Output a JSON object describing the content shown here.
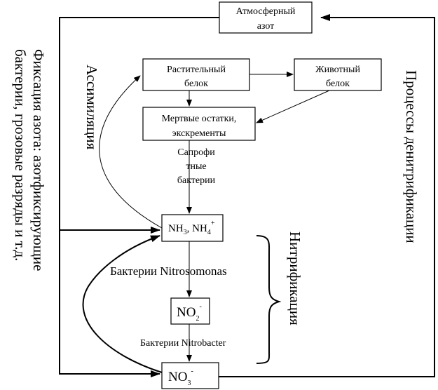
{
  "nodes": {
    "atmospheric_nitrogen": {
      "line1": "Атмосферный",
      "line2": "азот"
    },
    "plant_protein": {
      "line1": "Растительный",
      "line2": "белок"
    },
    "animal_protein": {
      "line1": "Животный",
      "line2": "белок"
    },
    "dead_remains": {
      "line1": "Мертвые остатки,",
      "line2": "экскременты"
    },
    "ammonia": {
      "a": "NH",
      "a_sub": "3",
      "sep": ", NH",
      "b_sub": "4",
      "b_sup": "+"
    },
    "nitrite": {
      "a": "NO",
      "a_sub": "2",
      "a_sup": "-"
    },
    "nitrate": {
      "a": "NO",
      "a_sub": "3",
      "a_sup": "-"
    }
  },
  "labels": {
    "saprophytic": {
      "line1": "Сапрофи",
      "line2": "тные",
      "line3": "бактерии"
    },
    "nitrosomonas": "Бактерии Nitrosomonas",
    "nitrobacter": "Бактерии Nitrobacter",
    "assimilation": "Ассимиляция",
    "nitrification": "Нитрификация",
    "denitrification": "Процессы денитрификации",
    "fixation_line1": "Фиксация азота: азотфиксирующие",
    "fixation_line2": "бактерии, грозовые разряды и т.д."
  },
  "colors": {
    "line": "#000000",
    "background": "#ffffff"
  }
}
